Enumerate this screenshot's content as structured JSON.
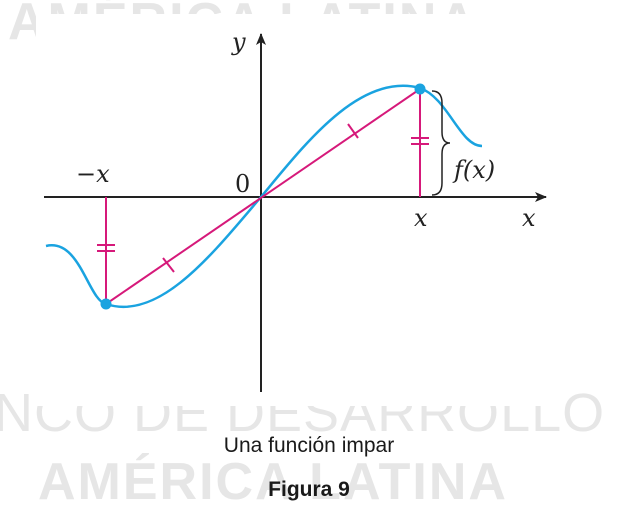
{
  "watermark": {
    "line1": "AMÉRICA LATINA",
    "line2": "NCO DE DESARROLLO",
    "line3": "AMÉRICA LATINA"
  },
  "figure": {
    "y_label": "y",
    "x_label": "x",
    "origin_label": "0",
    "neg_x_label": "−x",
    "x_tick_label": "x",
    "fx_label": "f(x)",
    "colors": {
      "curve": "#1aa3e0",
      "segment": "#d6197a",
      "axis": "#222222"
    }
  },
  "caption": {
    "description": "Una función impar",
    "figure_number": "Figura 9"
  }
}
